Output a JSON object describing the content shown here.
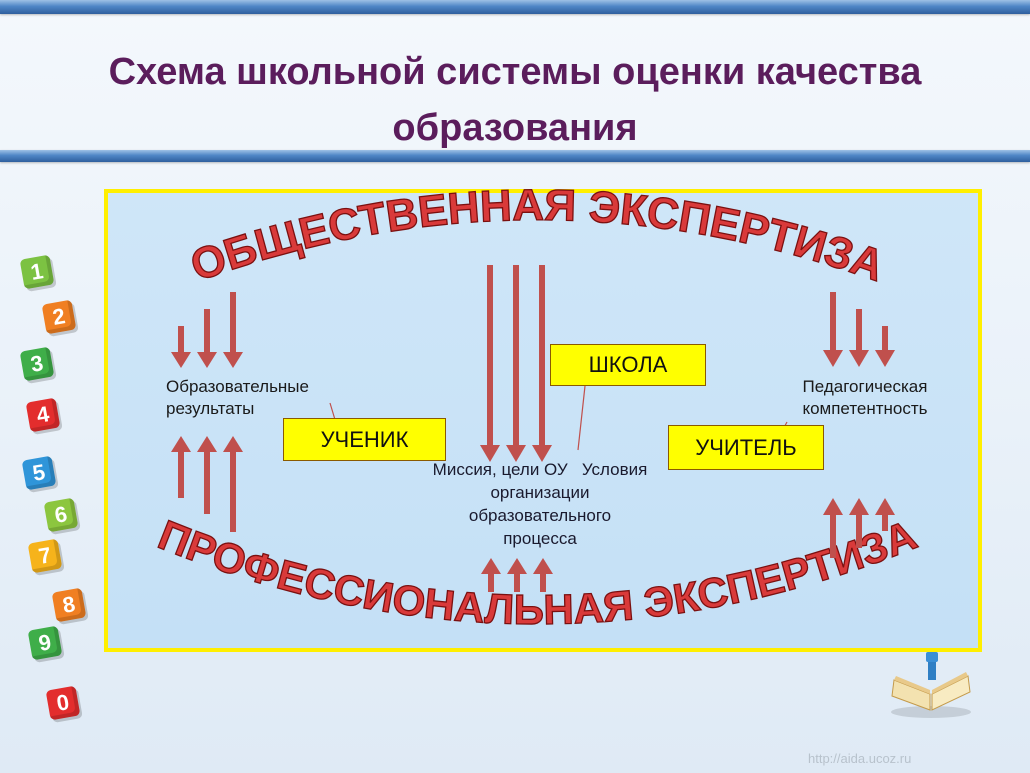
{
  "title_line1": "Схема школьной системы оценки качества",
  "title_line2": "образования",
  "arc_top": "ОБЩЕСТВЕННАЯ ЭКСПЕРТИЗА",
  "arc_bottom": "ПРОФЕССИОНАЛЬНАЯ ЭКСПЕРТИЗА",
  "boxes": {
    "school": "ШКОЛА",
    "student": "УЧЕНИК",
    "teacher": "УЧИТЕЛЬ"
  },
  "left_label": {
    "line1": "Образовательные",
    "line2": "результаты"
  },
  "right_label": {
    "line1": "Педагогическая",
    "line2": "компетентность"
  },
  "center_label": {
    "line1": "Миссия, цели ОУ   Условия",
    "line2": "организации",
    "line3": "образовательного",
    "line4": "процесса"
  },
  "cubes": [
    "1",
    "2",
    "3",
    "4",
    "5",
    "6",
    "7",
    "8",
    "9",
    "0"
  ],
  "watermark": "http://aida.ucoz.ru",
  "colors": {
    "title": "#5b1d5c",
    "arrow": "#c0504d",
    "arc_text": "#d93a3a",
    "box": "#ffff00",
    "panel_border": "#ffef00",
    "panel_bg": "#c4e0f6"
  }
}
